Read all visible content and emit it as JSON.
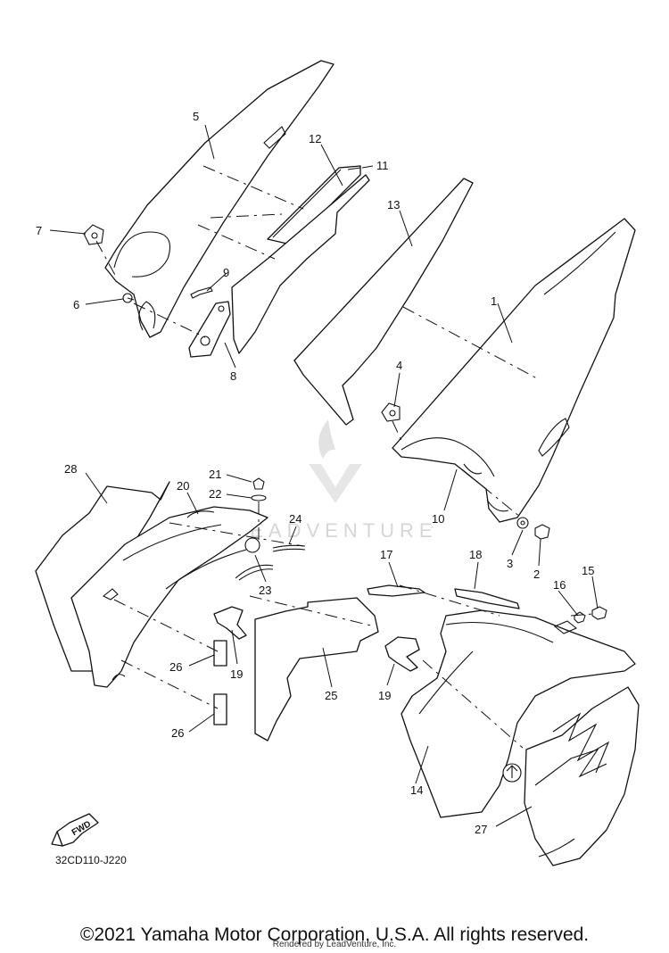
{
  "diagram": {
    "drawing_code": "32CD110-J220",
    "fwd_label": "FWD",
    "watermark": "LEADVENTURE",
    "callouts": {
      "c1": "1",
      "c2": "2",
      "c3": "3",
      "c4": "4",
      "c5": "5",
      "c6": "6",
      "c7": "7",
      "c8": "8",
      "c9": "9",
      "c10": "10",
      "c11": "11",
      "c12": "12",
      "c13": "13",
      "c14": "14",
      "c15": "15",
      "c16": "16",
      "c17": "17",
      "c18": "18",
      "c19a": "19",
      "c19b": "19",
      "c20": "20",
      "c21": "21",
      "c22": "22",
      "c23": "23",
      "c24": "24",
      "c25": "25",
      "c26a": "26",
      "c26b": "26",
      "c27": "27",
      "c28": "28"
    }
  },
  "footer": {
    "copyright": "©2021 Yamaha Motor Corporation, U.S.A. All rights reserved.",
    "rendered_by": "Rendered by LeadVenture, Inc."
  }
}
